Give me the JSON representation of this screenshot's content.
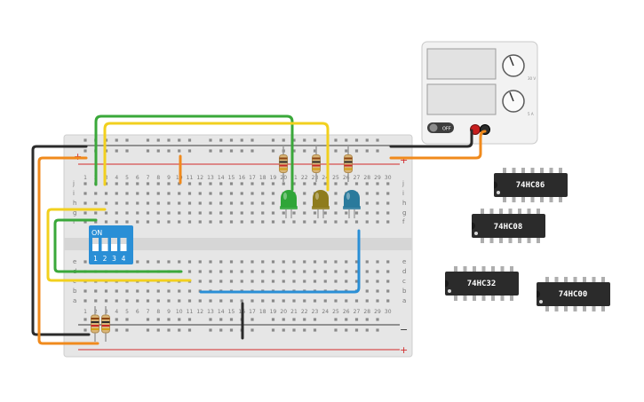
{
  "breadboard": {
    "column_numbers": [
      "1",
      "2",
      "3",
      "4",
      "5",
      "6",
      "7",
      "8",
      "9",
      "10",
      "11",
      "12",
      "13",
      "14",
      "15",
      "16",
      "17",
      "18",
      "19",
      "20",
      "21",
      "22",
      "23",
      "24",
      "25",
      "26",
      "27",
      "28",
      "29",
      "30"
    ],
    "row_letters_top": [
      "j",
      "i",
      "h",
      "g",
      "f"
    ],
    "row_letters_bottom": [
      "e",
      "d",
      "c",
      "b",
      "a"
    ],
    "rail_plus": "+",
    "rail_minus": "−"
  },
  "power_supply": {
    "off_label": "OFF",
    "knob_voltage_label": "30 V",
    "knob_current_label": "5 A"
  },
  "dip_switch": {
    "on_label": "ON",
    "numbers": [
      "1",
      "2",
      "3",
      "4"
    ]
  },
  "chips": [
    {
      "label": "74HC86"
    },
    {
      "label": "74HC08"
    },
    {
      "label": "74HC32"
    },
    {
      "label": "74HC00"
    }
  ],
  "leds": [
    {
      "color": "#2fa538",
      "name": "green"
    },
    {
      "color": "#8e7c1d",
      "name": "yellow"
    },
    {
      "color": "#2a7a9c",
      "name": "blue"
    }
  ],
  "colors": {
    "board": "#e6e6e6",
    "red_line": "#d22b2b",
    "wire_green": "#3aa83a",
    "wire_yellow": "#f2d01e",
    "wire_orange": "#f08a1c",
    "wire_black": "#2b2b2b",
    "wire_blue": "#2a8fd6",
    "chip_body": "#2b2b2b",
    "dip_blue": "#2a8fd6"
  }
}
